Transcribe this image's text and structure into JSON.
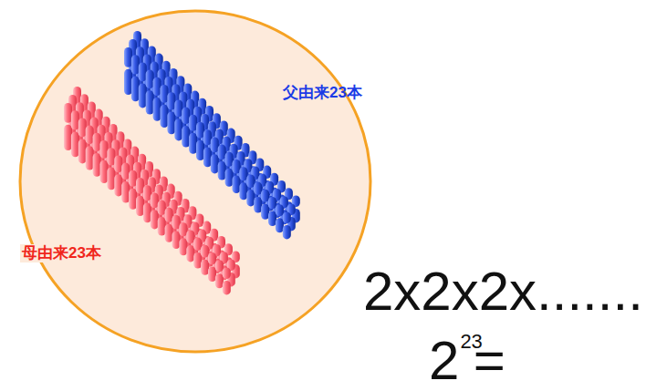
{
  "diagram": {
    "nodes": [
      {
        "text": [
          "父由来23本",
          "母由来23本"
        ]
      }
    ],
    "labels": [
      "2x2x2x.......",
      "2",
      "23",
      "="
    ]
  }
}
